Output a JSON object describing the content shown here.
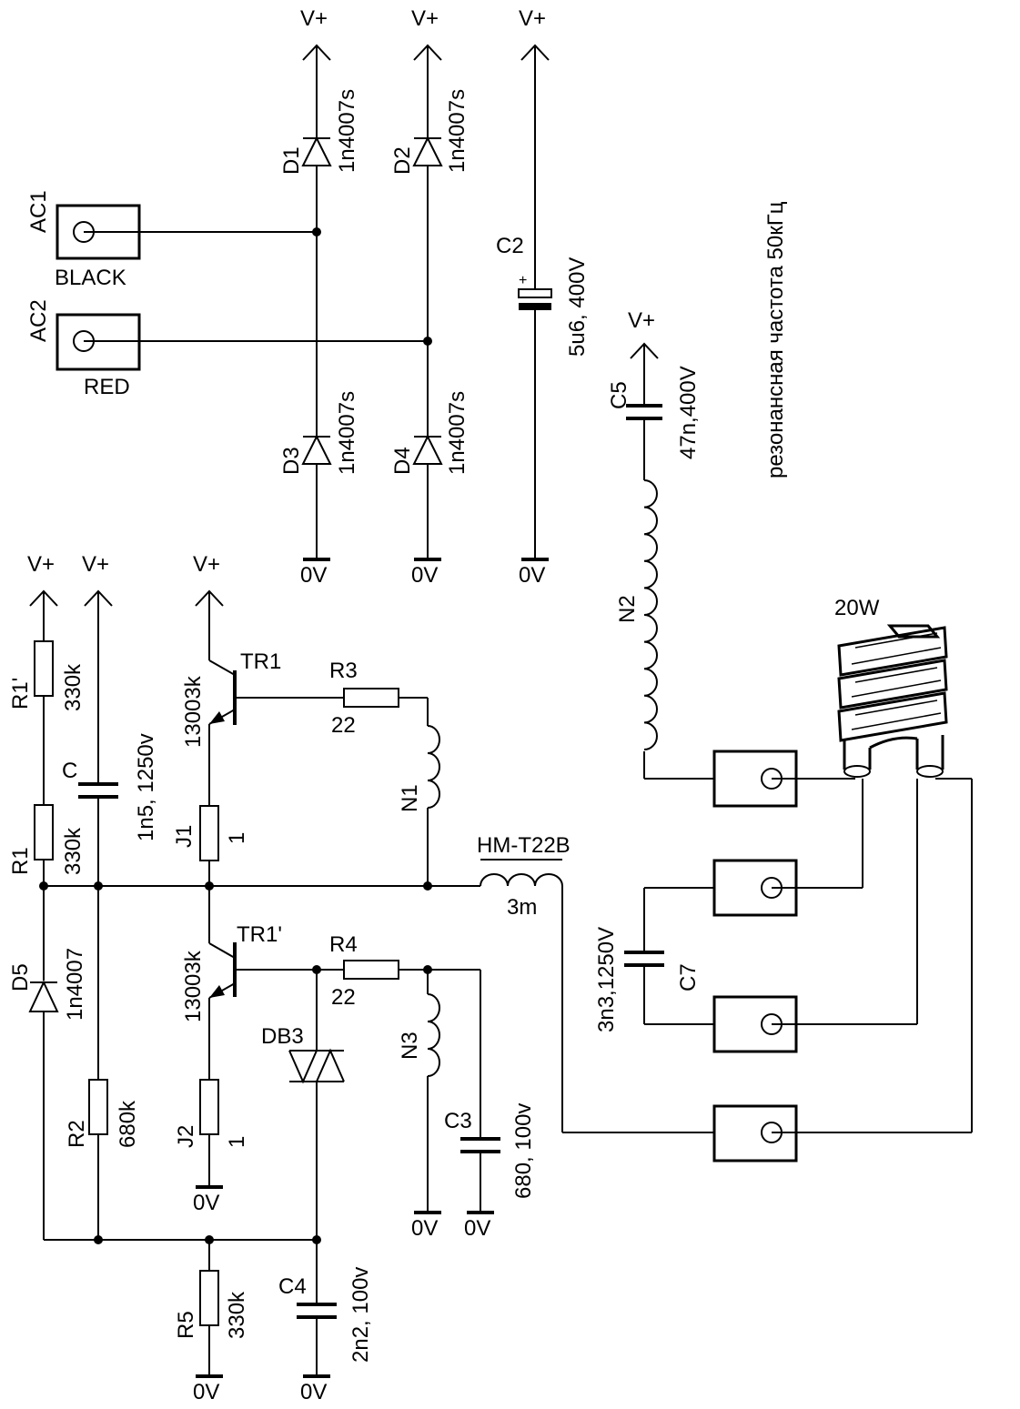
{
  "rails": {
    "vplus": "V+",
    "ground": "0V"
  },
  "connectors": {
    "ac1": "AC1",
    "ac1_color": "BLACK",
    "ac2": "AC2",
    "ac2_color": "RED"
  },
  "components": {
    "d1": {
      "ref": "D1",
      "value": "1n4007s"
    },
    "d2": {
      "ref": "D2",
      "value": "1n4007s"
    },
    "d3": {
      "ref": "D3",
      "value": "1n4007s"
    },
    "d4": {
      "ref": "D4",
      "value": "1n4007s"
    },
    "d5": {
      "ref": "D5",
      "value": "1n4007"
    },
    "c2": {
      "ref": "C2",
      "value": "5u6, 400V",
      "polarity": "+"
    },
    "c5": {
      "ref": "C5",
      "value": "47n,400V"
    },
    "n2": {
      "ref": "N2"
    },
    "r1p": {
      "ref": "R1'",
      "value": "330k"
    },
    "r1": {
      "ref": "R1",
      "value": "330k"
    },
    "c": {
      "ref": "C",
      "value": "1n5, 1250v"
    },
    "tr1": {
      "ref": "TR1",
      "value": "13003k"
    },
    "tr1p": {
      "ref": "TR1'",
      "value": "13003k"
    },
    "r3": {
      "ref": "R3",
      "value": "22"
    },
    "r4": {
      "ref": "R4",
      "value": "22"
    },
    "n1": {
      "ref": "N1"
    },
    "n3": {
      "ref": "N3"
    },
    "j1": {
      "ref": "J1",
      "value": "1"
    },
    "j2": {
      "ref": "J2",
      "value": "1"
    },
    "db3": {
      "ref": "DB3"
    },
    "c3": {
      "ref": "C3",
      "value": "680, 100v"
    },
    "r2": {
      "ref": "R2",
      "value": "680k"
    },
    "r5": {
      "ref": "R5",
      "value": "330k"
    },
    "c4": {
      "ref": "C4",
      "value": "2n2, 100v"
    },
    "choke": {
      "ref": "HM-T22B",
      "value": "3m"
    },
    "c7": {
      "ref": "C7",
      "value": "3n3,1250V"
    },
    "lamp": {
      "value": "20W"
    }
  },
  "note": "резонансная частота 50кГц"
}
